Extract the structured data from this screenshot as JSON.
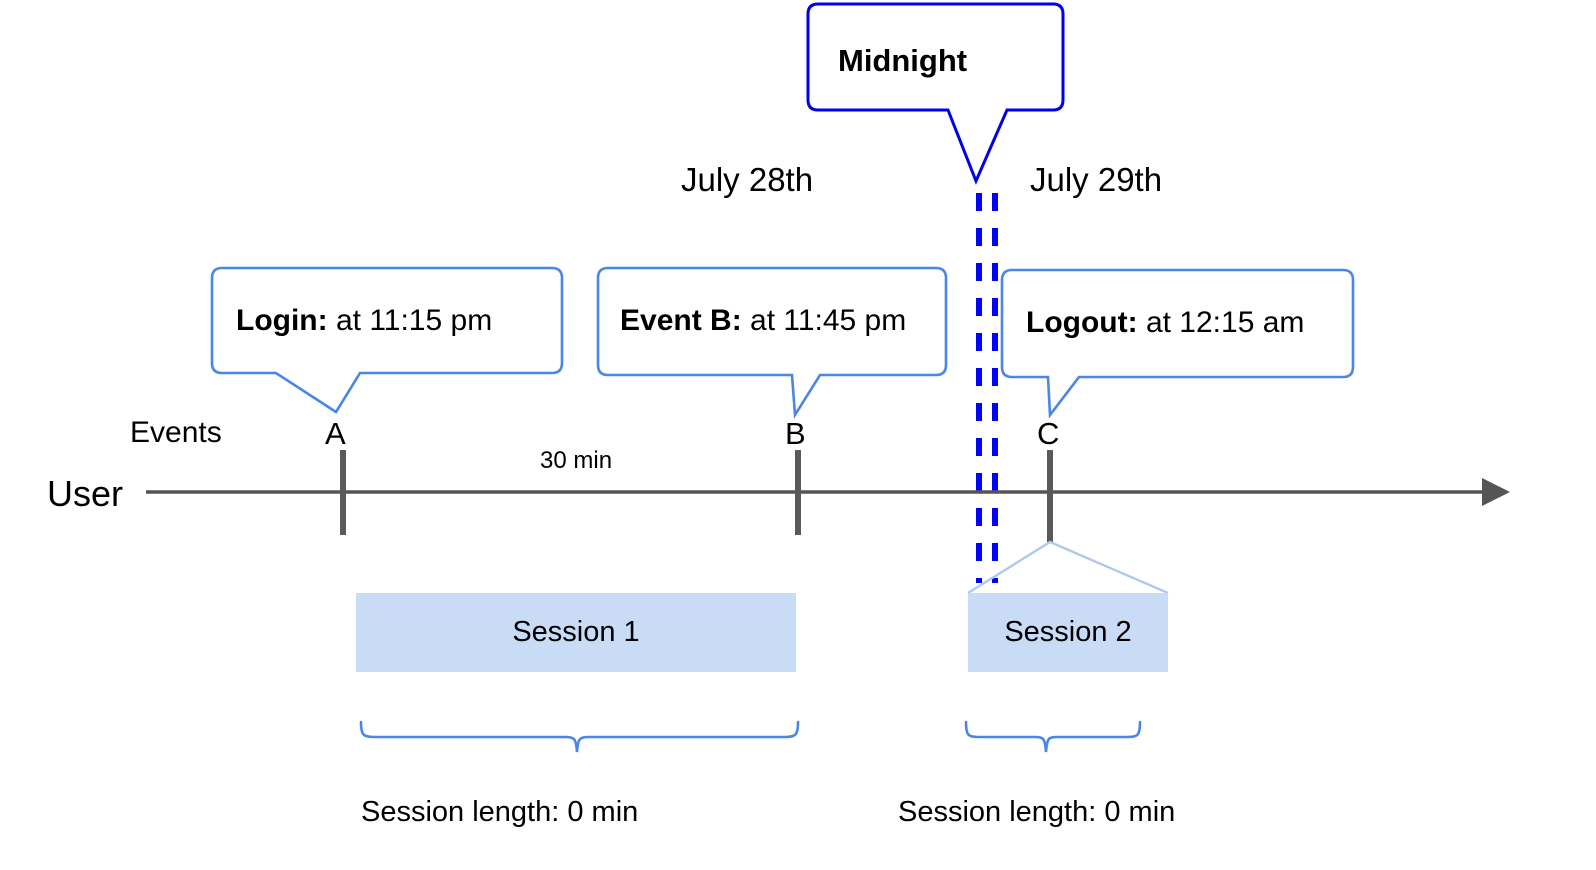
{
  "diagram": {
    "title_callout": {
      "label": "Midnight",
      "border_color": "#0000ee"
    },
    "dates": [
      {
        "label": "July 28th"
      },
      {
        "label": "July 29th"
      }
    ],
    "row_labels": {
      "events": "Events",
      "user": "User"
    },
    "event_callouts": [
      {
        "bold": "Login:",
        "rest": " at 11:15 pm",
        "marker": "A",
        "border_color": "#4a86e8"
      },
      {
        "bold": "Event B:",
        "rest": " at 11:45 pm",
        "marker": "B",
        "border_color": "#4a86e8"
      },
      {
        "bold": "Logout:",
        "rest": " at 12:15 am",
        "marker": "C",
        "border_color": "#4a86e8"
      }
    ],
    "markers": [
      {
        "letter": "A"
      },
      {
        "letter": "B"
      },
      {
        "letter": "C"
      }
    ],
    "gap_label": "30 min",
    "sessions": [
      {
        "label": "Session 1",
        "length_label": "Session length: 0 min"
      },
      {
        "label": "Session 2",
        "length_label": "Session length: 0 min"
      }
    ],
    "colors": {
      "axis": "#555555",
      "marker": "#5a5a5a",
      "session_fill": "#c9dcf6",
      "session_outline": "#aec9ef",
      "brace": "#4a86e8",
      "callout_border": "#4a86e8",
      "midnight_border": "#0000ee",
      "midnight_dash": "#0000ff"
    }
  }
}
